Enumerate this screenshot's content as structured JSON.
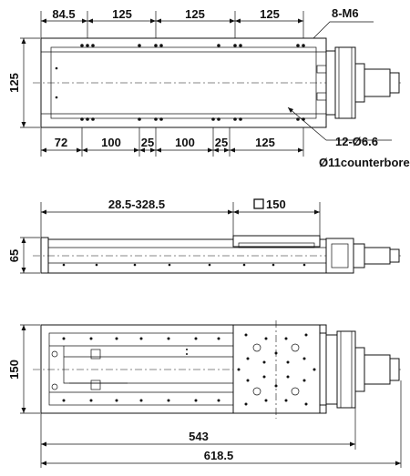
{
  "top_view": {
    "top_dims": [
      "84.5",
      "125",
      "125",
      "125"
    ],
    "tap_callout": "8-M6",
    "height_dim": "125",
    "bottom_dims": [
      "72",
      "100",
      "25",
      "100",
      "25",
      "125"
    ],
    "hole_callout": "12-Ø6.6",
    "counterbore_callout": "Ø11counterbore"
  },
  "side_view": {
    "stroke_dim": "28.5-328.5",
    "table_size": "150",
    "height_dim": "65"
  },
  "bottom_view": {
    "height_dim": "150",
    "base_length": "543",
    "total_length": "618.5"
  }
}
